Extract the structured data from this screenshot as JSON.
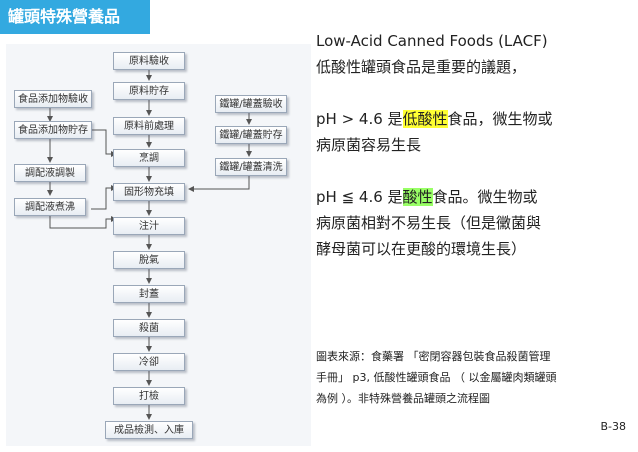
{
  "header": {
    "title": "罐頭特殊營養品"
  },
  "flowchart": {
    "main": [
      "原料驗收",
      "原料貯存",
      "原料前處理",
      "烹調",
      "固形物充填",
      "注汁",
      "脫氣",
      "封蓋",
      "殺菌",
      "冷卻",
      "打檢",
      "成品檢測、入庫"
    ],
    "left": [
      "食品添加物驗收",
      "食品添加物貯存",
      "調配液調製",
      "調配液煮沸"
    ],
    "right": [
      "鐵罐/罐蓋驗收",
      "鐵罐/罐蓋貯存",
      "鐵罐/罐蓋清洗"
    ]
  },
  "content": {
    "line1": "Low-Acid Canned Foods (LACF)",
    "line2": "低酸性罐頭食品是重要的議題，",
    "p2_pre": "pH > 4.6  是",
    "p2_hl": "低酸性",
    "p2_post": "食品，微生物或",
    "p2_line2": "病原菌容易生長",
    "p3_pre": "pH ≦  4.6  是",
    "p3_hl": "酸性",
    "p3_post": "食品。微生物或",
    "p3_line2": "病原菌相對不易生長（但是黴菌與",
    "p3_line3": "酵母菌可以在更酸的環境生長）"
  },
  "source": {
    "line1": "圖表來源：食藥署 「密閉容器包裝食品殺菌管理",
    "line2": "手冊」 p3,  低酸性罐頭食品 （ 以金屬罐肉類罐頭",
    "line3": "為例 ）。非特殊營養品罐頭之流程圖"
  },
  "page_number": "B-38"
}
